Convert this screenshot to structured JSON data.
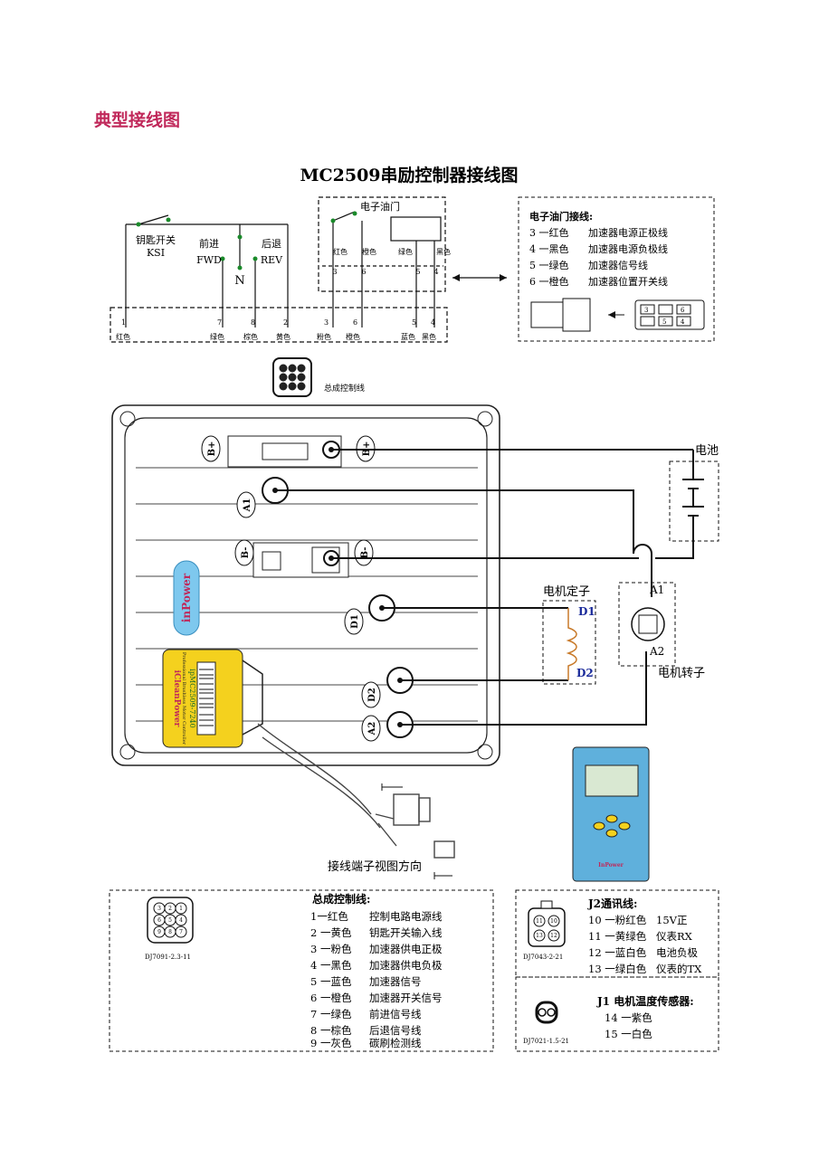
{
  "section_title": "典型接线图",
  "diagram_title": "MC2509串励控制器接线图",
  "ksi": {
    "line1": "钥匙开关",
    "line2": "KSI"
  },
  "fwd": {
    "line1": "前进",
    "line2": "FWD"
  },
  "rev": {
    "line1": "后退",
    "line2": "REV"
  },
  "neutral": "N",
  "throttle_title": "电子油门",
  "throttle_wires": [
    "红色",
    "橙色",
    "绿色",
    "黑色"
  ],
  "throttle_pins": [
    "3",
    "6",
    "5",
    "4"
  ],
  "connector_pins": [
    {
      "num": "1",
      "color": "红色"
    },
    {
      "num": "7",
      "color": "绿色"
    },
    {
      "num": "8",
      "color": "棕色"
    },
    {
      "num": "2",
      "color": "黄色"
    },
    {
      "num": "3",
      "color": "粉色"
    },
    {
      "num": "6",
      "color": "橙色"
    },
    {
      "num": "5",
      "color": "蓝色"
    },
    {
      "num": "4",
      "color": "黑色"
    }
  ],
  "throttle_legend": {
    "title": "电子油门接线:",
    "rows": [
      {
        "num": "3",
        "color": "红色",
        "desc": "加速器电源正极线"
      },
      {
        "num": "4",
        "color": "黑色",
        "desc": "加速器电源负极线"
      },
      {
        "num": "5",
        "color": "绿色",
        "desc": "加速器信号线"
      },
      {
        "num": "6",
        "color": "橙色",
        "desc": "加速器位置开关线"
      }
    ],
    "plug_pins": [
      "3",
      "6",
      "5",
      "4"
    ]
  },
  "main_harness_label": "总成控制线",
  "terminals": [
    "B+",
    "B+",
    "A1",
    "B-",
    "B-",
    "D1",
    "D2",
    "A2"
  ],
  "battery_label": "电池",
  "stator_label": "电机定子",
  "rotor_label": "电机转子",
  "stator_terms": [
    "D1",
    "D2"
  ],
  "rotor_terms": [
    "A1",
    "A2"
  ],
  "brand_label": "inPower",
  "sticker": {
    "brand": "iCleanPower",
    "model": "ipMC2509-7240",
    "subtitle": "Professional Brushless Motor Controller"
  },
  "view_direction_label": "接线端子视图方向",
  "handheld_brand": "InPower",
  "bottom_left": {
    "connector_id": "DJ7091-2.3-11",
    "connector_pins": [
      "3",
      "2",
      "1",
      "6",
      "5",
      "4",
      "9",
      "8",
      "7"
    ],
    "title": "总成控制线:",
    "rows": [
      {
        "num": "1",
        "color": "红色",
        "desc": "控制电路电源线"
      },
      {
        "num": "2",
        "color": "黄色",
        "desc": "钥匙开关输入线"
      },
      {
        "num": "3",
        "color": "粉色",
        "desc": "加速器供电正极"
      },
      {
        "num": "4",
        "color": "黑色",
        "desc": "加速器供电负极"
      },
      {
        "num": "5",
        "color": "蓝色",
        "desc": "加速器信号"
      },
      {
        "num": "6",
        "color": "橙色",
        "desc": "加速器开关信号"
      },
      {
        "num": "7",
        "color": "绿色",
        "desc": "前进信号线"
      },
      {
        "num": "8",
        "color": "棕色",
        "desc": "后退信号线"
      },
      {
        "num": "9",
        "color": "灰色",
        "desc": "碳刷检测线"
      }
    ]
  },
  "j2": {
    "connector_id": "DJ7043-2-21",
    "pins": [
      "11",
      "10",
      "13",
      "12"
    ],
    "title": "J2通讯线:",
    "rows": [
      {
        "num": "10",
        "color": "粉红色",
        "desc": "15V正"
      },
      {
        "num": "11",
        "color": "黄绿色",
        "desc": "仪表RX"
      },
      {
        "num": "12",
        "color": "蓝白色",
        "desc": "电池负极"
      },
      {
        "num": "13",
        "color": "绿白色",
        "desc": "仪表的TX"
      }
    ]
  },
  "j1": {
    "connector_id": "DJ7021-1.5-21",
    "title": "J1 电机温度传感器:",
    "rows": [
      {
        "num": "14",
        "color": "紫色"
      },
      {
        "num": "15",
        "color": "白色"
      }
    ]
  },
  "colors": {
    "title_pink": "#c0285a",
    "handheld_blue": "#5fb0dc",
    "sticker_yellow": "#f4d11e",
    "badge_blue": "#7ec8ee",
    "switch_green": "#1a8a2a"
  }
}
